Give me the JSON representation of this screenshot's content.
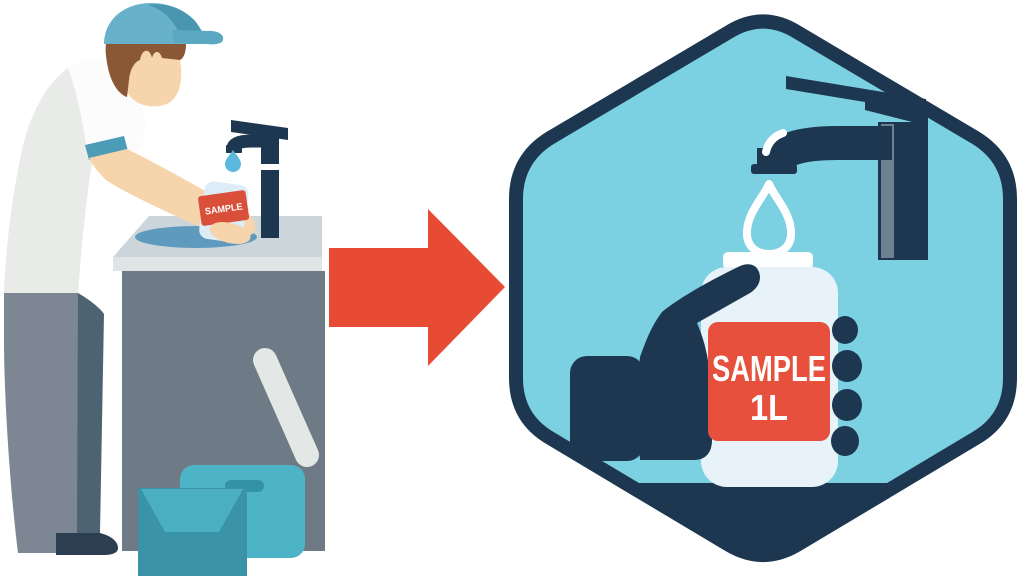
{
  "left_scene": {
    "small_bottle_label": "SAMPLE"
  },
  "magnified_scene": {
    "bottle_label_line1": "SAMPLE",
    "bottle_label_line2": "1L"
  },
  "colors": {
    "navy": "#1d3750",
    "hexagon_fill": "#7bd0e2",
    "label_red": "#e6503c",
    "arrow_red": "#e84b33",
    "cap_teal": "#67b2ca",
    "bucket_teal": "#4db4c7",
    "box_teal": "#3a93a6",
    "skin": "#f7d5ac",
    "hair_brown": "#8a5835",
    "cabinet_gray": "#6e7a85",
    "counter_gray": "#ccd6da",
    "basin_blue": "#5e9abd",
    "pants_gray": "#7c8793",
    "drop_blue": "#5cb8dc"
  }
}
